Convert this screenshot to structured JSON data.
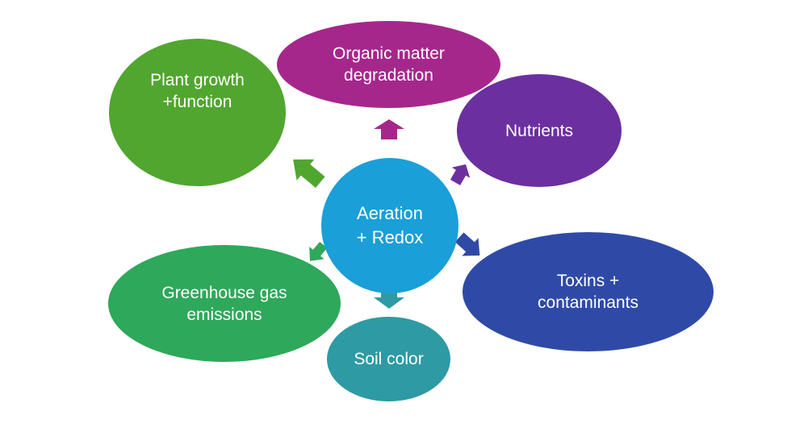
{
  "center": {
    "lines": [
      "Aeration",
      "+ Redox"
    ],
    "color": "#1a9fd8"
  },
  "nodes": [
    {
      "id": "organic",
      "lines": [
        "Organic matter",
        "degradation"
      ],
      "color": "#a6278c",
      "arrow_color": "#a6278c"
    },
    {
      "id": "plant",
      "lines": [
        "Plant growth",
        "+function"
      ],
      "color": "#51a62f",
      "arrow_color": "#51a62f"
    },
    {
      "id": "nutrients",
      "lines": [
        "Nutrients"
      ],
      "color": "#6c2fa0",
      "arrow_color": "#6c2fa0"
    },
    {
      "id": "toxins",
      "lines": [
        "Toxins +",
        "contaminants"
      ],
      "color": "#2f4aa6",
      "arrow_color": "#2f4aa6"
    },
    {
      "id": "greenhouse",
      "lines": [
        "Greenhouse gas",
        "emissions"
      ],
      "color": "#2ea85a",
      "arrow_color": "#2ea85a"
    },
    {
      "id": "soil",
      "lines": [
        "Soil color"
      ],
      "color": "#2e9aa3",
      "arrow_color": "#2e9aa3"
    }
  ]
}
